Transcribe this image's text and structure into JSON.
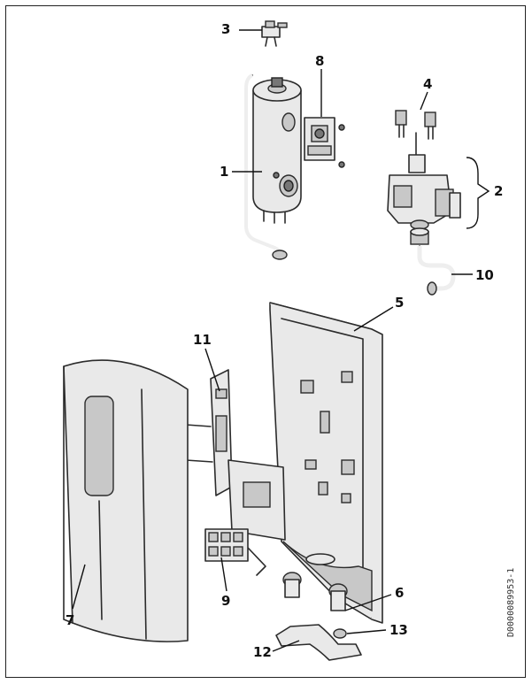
{
  "callouts": {
    "c1": "1",
    "c2": "2",
    "c3": "3",
    "c4": "4",
    "c5": "5",
    "c6": "6",
    "c7": "7",
    "c8": "8",
    "c9": "9",
    "c10": "10",
    "c11": "11",
    "c12": "12",
    "c13": "13"
  },
  "drawing_code": "D0000089953-1"
}
